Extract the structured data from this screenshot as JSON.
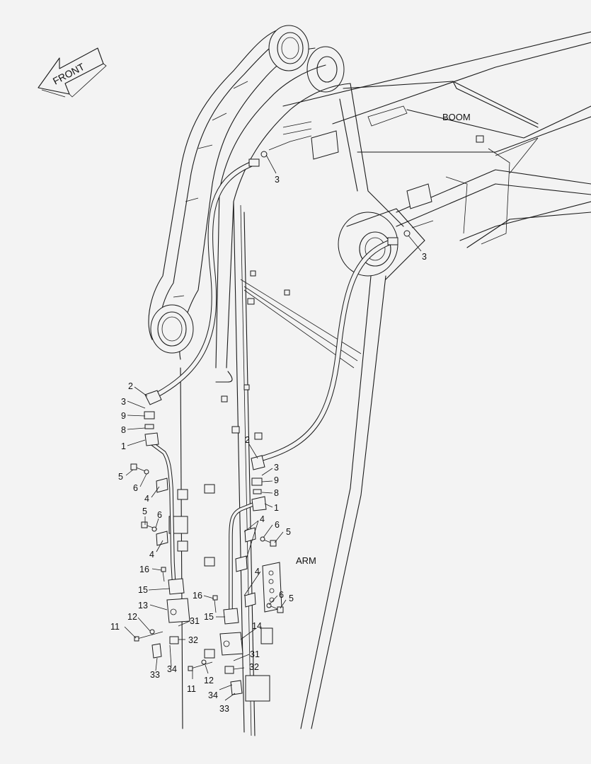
{
  "direction_label": "FRONT",
  "sections": {
    "boom": "BOOM",
    "arm": "ARM"
  },
  "callouts": [
    {
      "id": "c-3-top",
      "text": "3"
    },
    {
      "id": "c-3-right",
      "text": "3"
    },
    {
      "id": "c-2-l",
      "text": "2"
    },
    {
      "id": "c-3-l",
      "text": "3"
    },
    {
      "id": "c-9-l",
      "text": "9"
    },
    {
      "id": "c-8-l",
      "text": "8"
    },
    {
      "id": "c-1-l",
      "text": "1"
    },
    {
      "id": "c-5-l1",
      "text": "5"
    },
    {
      "id": "c-6-l1",
      "text": "6"
    },
    {
      "id": "c-4-l1",
      "text": "4"
    },
    {
      "id": "c-5-l2",
      "text": "5"
    },
    {
      "id": "c-6-l2",
      "text": "6"
    },
    {
      "id": "c-4-l2",
      "text": "4"
    },
    {
      "id": "c-16-l",
      "text": "16"
    },
    {
      "id": "c-15-l",
      "text": "15"
    },
    {
      "id": "c-13",
      "text": "13"
    },
    {
      "id": "c-12-l",
      "text": "12"
    },
    {
      "id": "c-11-l",
      "text": "11"
    },
    {
      "id": "c-31-l",
      "text": "31"
    },
    {
      "id": "c-32-l",
      "text": "32"
    },
    {
      "id": "c-34-l",
      "text": "34"
    },
    {
      "id": "c-33-l",
      "text": "33"
    },
    {
      "id": "c-2-r",
      "text": "2"
    },
    {
      "id": "c-3-r",
      "text": "3"
    },
    {
      "id": "c-9-r",
      "text": "9"
    },
    {
      "id": "c-8-r",
      "text": "8"
    },
    {
      "id": "c-1-r",
      "text": "1"
    },
    {
      "id": "c-4-r1",
      "text": "4"
    },
    {
      "id": "c-6-r1",
      "text": "6"
    },
    {
      "id": "c-5-r1",
      "text": "5"
    },
    {
      "id": "c-4-r2",
      "text": "4"
    },
    {
      "id": "c-6-r2",
      "text": "6"
    },
    {
      "id": "c-5-r2",
      "text": "5"
    },
    {
      "id": "c-16-r",
      "text": "16"
    },
    {
      "id": "c-15-r",
      "text": "15"
    },
    {
      "id": "c-14",
      "text": "14"
    },
    {
      "id": "c-31-r",
      "text": "31"
    },
    {
      "id": "c-32-r",
      "text": "32"
    },
    {
      "id": "c-11-r",
      "text": "11"
    },
    {
      "id": "c-12-r",
      "text": "12"
    },
    {
      "id": "c-34-r",
      "text": "34"
    },
    {
      "id": "c-33-r",
      "text": "33"
    }
  ]
}
